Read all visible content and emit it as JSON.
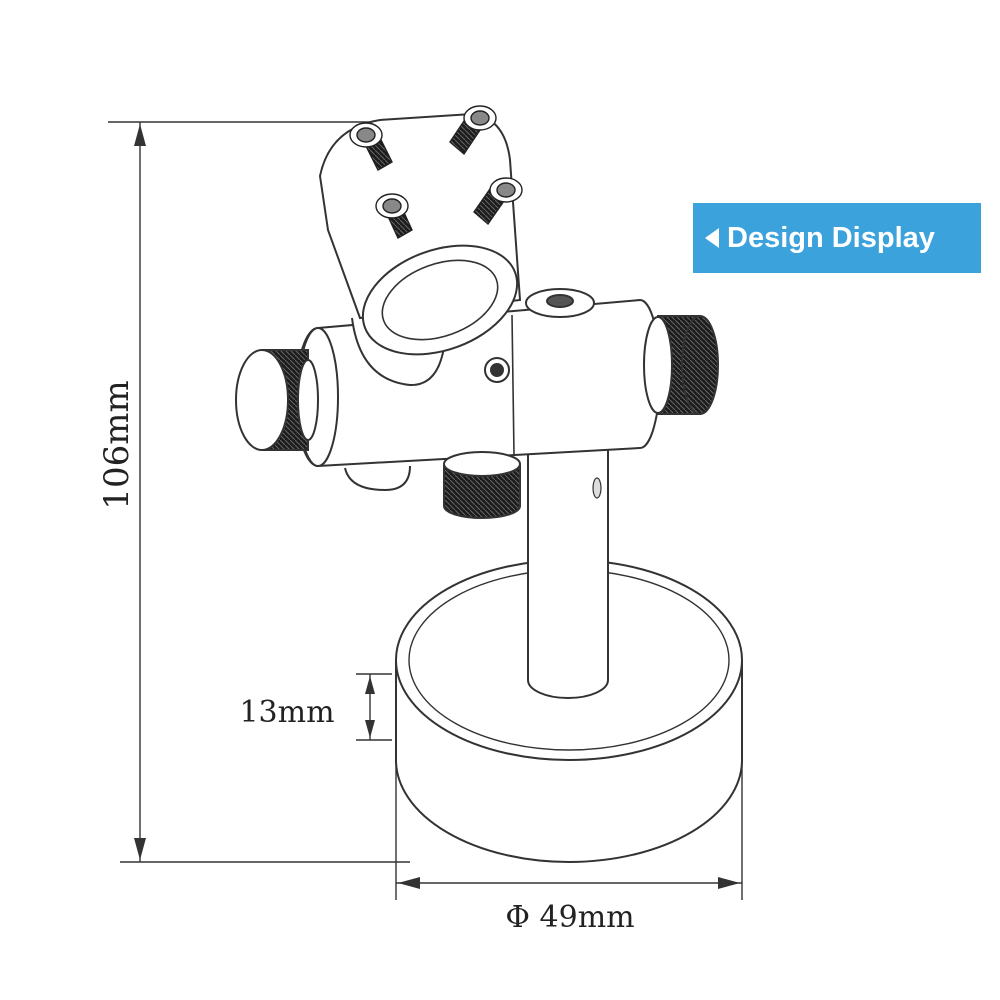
{
  "banner": {
    "label": "Design Display",
    "color": "#3ca2dc",
    "icon": "left-arrow-icon"
  },
  "dimensions": {
    "height": "106mm",
    "base_thickness": "13mm",
    "diameter": "Φ 49mm"
  },
  "colors": {
    "line": "#333333",
    "knob": "#1a1a1a"
  }
}
